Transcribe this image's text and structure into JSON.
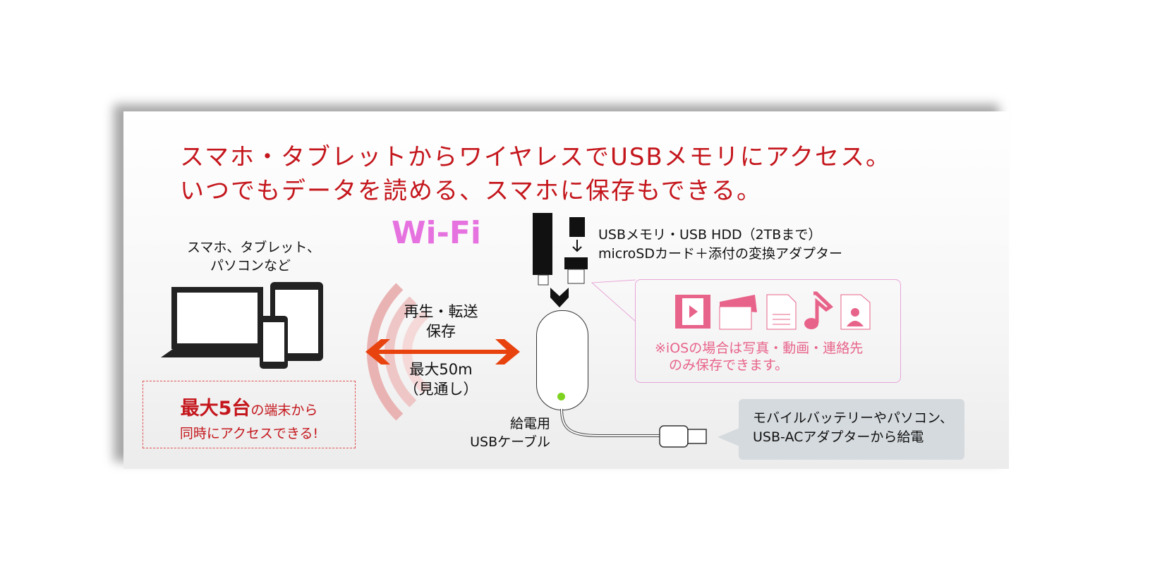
{
  "headline": {
    "line1": "スマホ・タブレットからワイヤレスでUSBメモリにアクセス。",
    "line2": "いつでもデータを読める、スマホに保存もできる。"
  },
  "devices": {
    "line1": "スマホ、タブレット、",
    "line2": "パソコンなど"
  },
  "wifi_label": "Wi-Fi",
  "transfer": {
    "line1": "再生・転送",
    "line2": "保存",
    "range1": "最大50m",
    "range2": "（見通し）"
  },
  "count": {
    "strong": "最大5台",
    "rest": "の端末から",
    "line2": "同時にアクセスできる!"
  },
  "storage": {
    "line1": "USBメモリ・USB HDD（2TBまで）",
    "line2": "microSDカード＋添付の変換アダプター"
  },
  "ios_note": {
    "line1": "※iOSの場合は写真・動画・連絡先",
    "line2": "のみ保存できます。"
  },
  "cable": {
    "line1": "給電用",
    "line2": "USBケーブル"
  },
  "power": {
    "line1": "モバイルバッテリーやパソコン、",
    "line2": "USB-ACアダプターから給電"
  },
  "colors": {
    "headline": "#c4161c",
    "wifi": "#e672e0",
    "arrow": "#e8430f",
    "icons": "#e8638a",
    "led": "#7ed321"
  }
}
